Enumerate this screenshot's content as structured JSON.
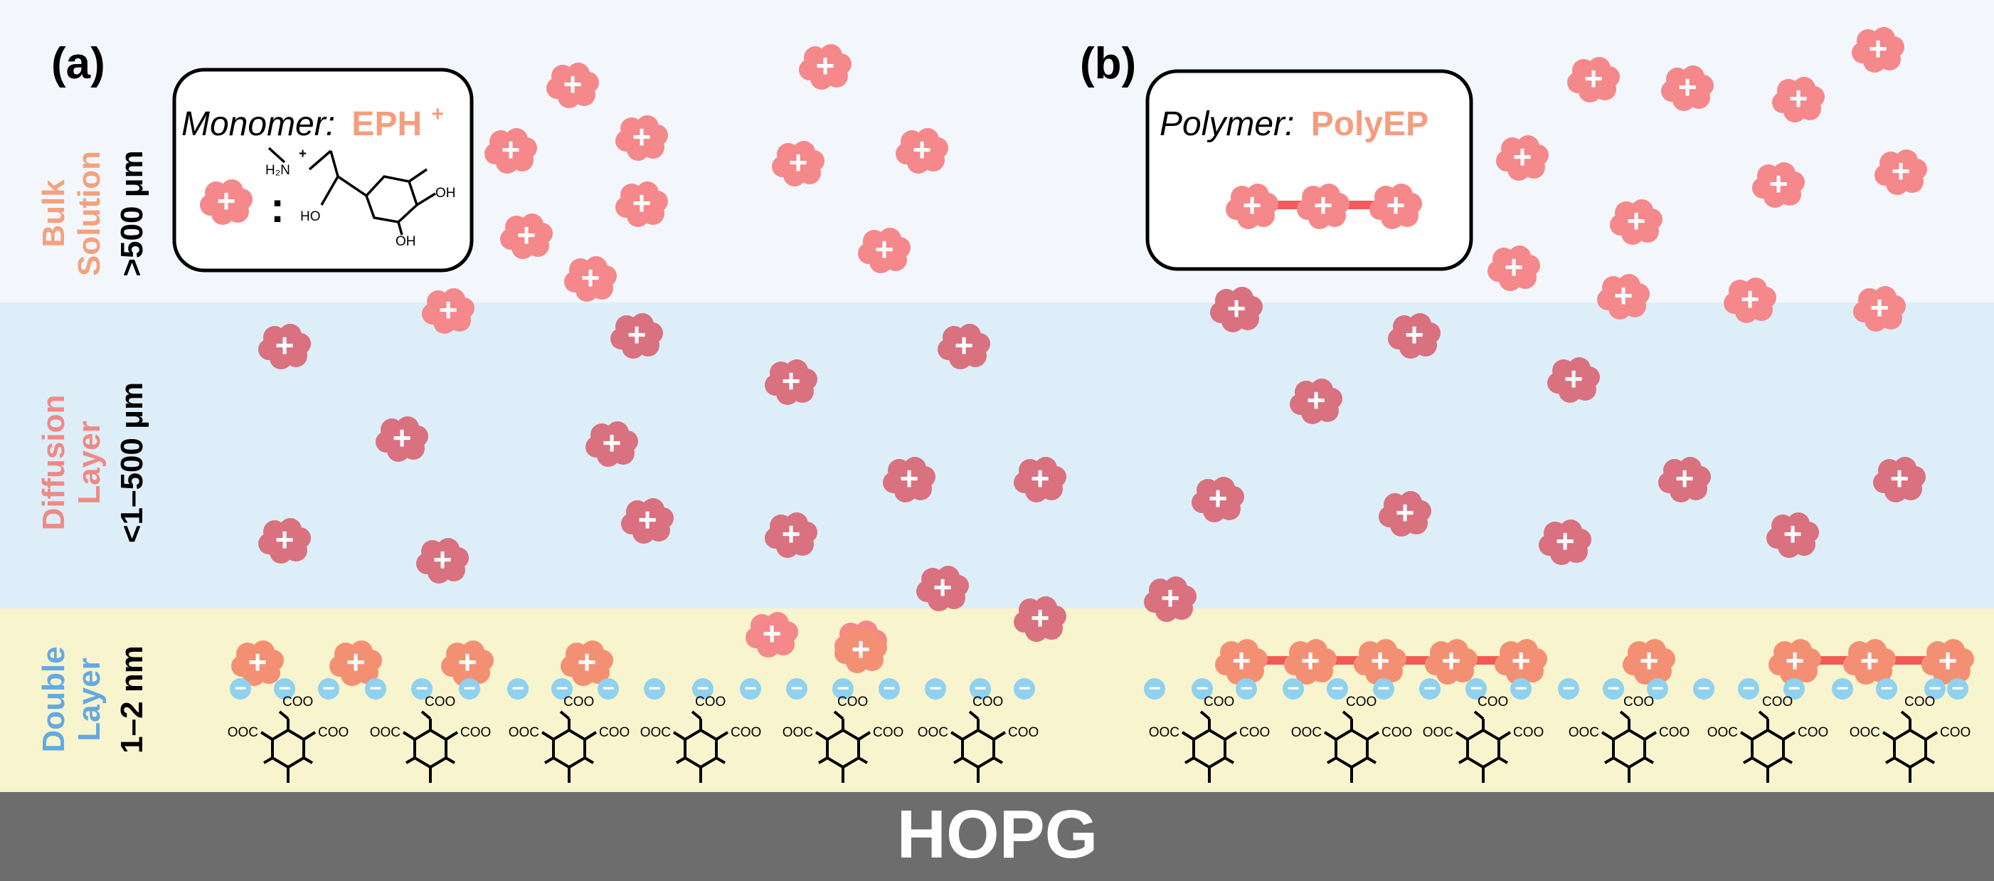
{
  "panels": {
    "a": {
      "label": "(a)"
    },
    "b": {
      "label": "(b)"
    }
  },
  "layers": {
    "bulk": {
      "name_line1": "Bulk",
      "name_line2": "Solution",
      "thickness": ">500 μm",
      "name_color": "#f2a27e"
    },
    "diffusion": {
      "name_line1": "Diffusion",
      "name_line2": "Layer",
      "thickness": "<1–500 μm",
      "name_color": "#ee8a86"
    },
    "double": {
      "name_line1": "Double",
      "name_line2": "Layer",
      "thickness": "1–2 nm",
      "name_color": "#63a9e2"
    }
  },
  "substrate": {
    "label": "HOPG"
  },
  "legend_a": {
    "prefix": "Monomer:",
    "name": "EPH",
    "charge": "+",
    "colon": ":",
    "atoms": {
      "nitrogen_cation": "H₂N",
      "n_plus": "+",
      "hydroxyl_left": "HO",
      "hydroxyl_right": "OH",
      "hydroxyl_bottom": "OH"
    }
  },
  "legend_b": {
    "prefix": "Polymer:",
    "name": "PolyEP"
  },
  "ion_signs": {
    "cation": "+",
    "anion": "−"
  },
  "carboxylate_labels": {
    "top": "COO",
    "left": "OOC",
    "right": "COO"
  },
  "colors": {
    "bulk_bg": "#f3f7fc",
    "diffusion_bg": "#ddeef8",
    "double_bg": "#f8f4cd",
    "substrate": "#6d6d6d",
    "cation": "#f4888a",
    "cation_dim": "#d9717f",
    "cation_adsorbed": "#f39073",
    "anion": "#8fd1ee",
    "polymer_link": "#ef4040",
    "accent_text": "#f49d7f"
  }
}
